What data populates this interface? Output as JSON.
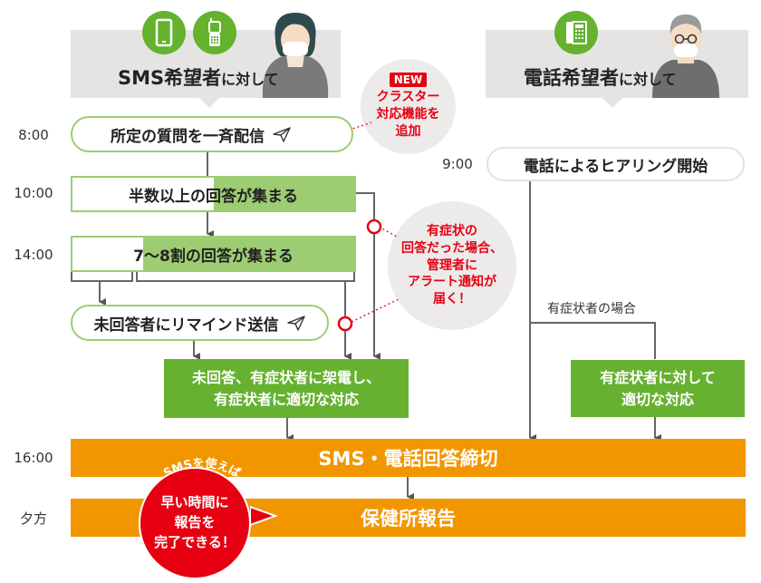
{
  "left_header": {
    "title_main": "SMS希望者",
    "title_suffix": "に対して",
    "icons": [
      "smartphone-icon",
      "flip-phone-icon"
    ],
    "person": "woman-with-mask"
  },
  "right_header": {
    "title_main": "電話希望者",
    "title_suffix": "に対して",
    "icons": [
      "desk-phone-icon"
    ],
    "person": "man-with-mask-and-glasses"
  },
  "times": {
    "t800": "8:00",
    "t900": "9:00",
    "t1000": "10:00",
    "t1400": "14:00",
    "t1600": "16:00",
    "evening": "夕方"
  },
  "sms_flow": {
    "step1": "所定の質問を一斉配信",
    "step2": "半数以上の回答が集まる",
    "step2_progress": "50%",
    "step3": "7〜8割の回答が集まる",
    "step3_progress": "75%",
    "step4": "未回答者にリマインド送信",
    "action_line1": "未回答、有症状者に架電し、",
    "action_line2": "有症状者に適切な対応"
  },
  "phone_flow": {
    "step1": "電話によるヒアリング開始",
    "branch_label": "有症状者の場合",
    "action_line1": "有症状者に対して",
    "action_line2": "適切な対応"
  },
  "common": {
    "deadline": "SMS・電話回答締切",
    "report": "保健所報告"
  },
  "callouts": {
    "new_feature": {
      "badge": "NEW",
      "lines": [
        "クラスター",
        "対応機能を",
        "追加"
      ]
    },
    "alert": {
      "lines": [
        "有症状の",
        "回答だった場合、",
        "管理者に",
        "アラート通知が",
        "届く！"
      ]
    },
    "sms_benefit": {
      "arc_text": "SMSを使えば",
      "lines": [
        "早い時間に",
        "報告を",
        "完了できる！"
      ]
    }
  },
  "colors": {
    "green_dark": "#66b230",
    "green_light": "#9ccd72",
    "orange": "#f29600",
    "red": "#e60012",
    "panel_gray": "#e6e4e2"
  }
}
